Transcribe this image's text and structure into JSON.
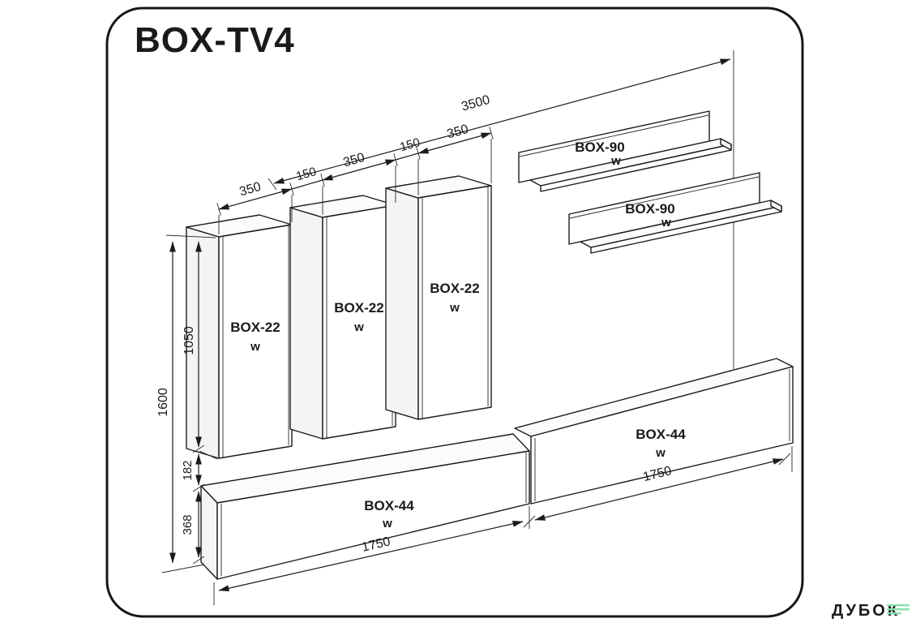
{
  "title": "BOX-TV4",
  "products": {
    "tall_cabinet": {
      "label": "BOX-22",
      "finish": "w",
      "count": 3
    },
    "wall_shelf": {
      "label": "BOX-90",
      "finish": "w",
      "count": 2
    },
    "tv_stand": {
      "label": "BOX-44",
      "finish": "w",
      "count": 2
    }
  },
  "dimensions": {
    "total_width": "3500",
    "width_chain": [
      "350",
      "150",
      "350",
      "150",
      "350"
    ],
    "total_height": "1600",
    "cabinet_height": "1050",
    "gap_height": "182",
    "stand_height": "368",
    "stand_front_length": "1750",
    "stand_right_length": "1750"
  },
  "watermark": {
    "brand": "ДУБОК",
    "color": "#86e0aa"
  },
  "colors": {
    "line": "#1c1c1c",
    "frame": "#161616"
  }
}
